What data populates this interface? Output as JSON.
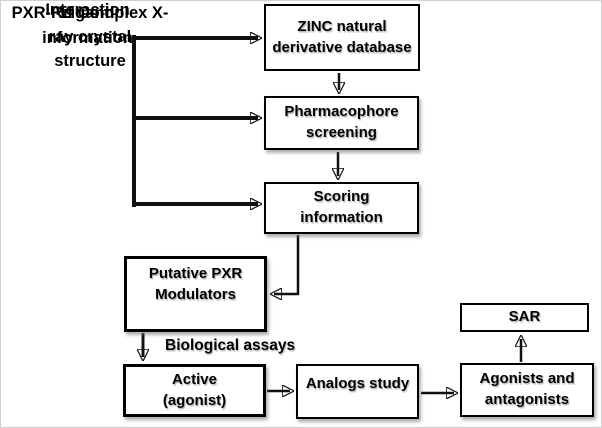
{
  "figure": {
    "type": "flowchart",
    "colors": {
      "ink": "#111111",
      "background": "#ffffff",
      "frame": "#d0d0d0"
    }
  },
  "side_labels": {
    "crystal_structure": "PXR-Rif Complex X-\nray crystal\nstructure",
    "interaction": "Interaction",
    "ligand_information": "Ligand\ninformation"
  },
  "annotations": {
    "biological_assays": "Biological assays"
  },
  "nodes": {
    "zinc": "ZINC natural\nderivative database",
    "pharmacophore": "Pharmacophore\nscreening",
    "scoring": "Scoring\ninformation",
    "putative": "Putative PXR\nModulators",
    "active": "Active\n(agonist)",
    "analogs": "Analogs study",
    "agonists": "Agonists and\nantagonists",
    "sar": "SAR"
  },
  "edges": [
    "crystal-structure -> zinc",
    "interaction -> pharmacophore",
    "ligand-information -> scoring",
    "zinc -> pharmacophore",
    "pharmacophore -> scoring",
    "scoring -> putative",
    "putative -> active (biological assays)",
    "active -> analogs",
    "analogs -> agonists",
    "agonists -> sar"
  ]
}
